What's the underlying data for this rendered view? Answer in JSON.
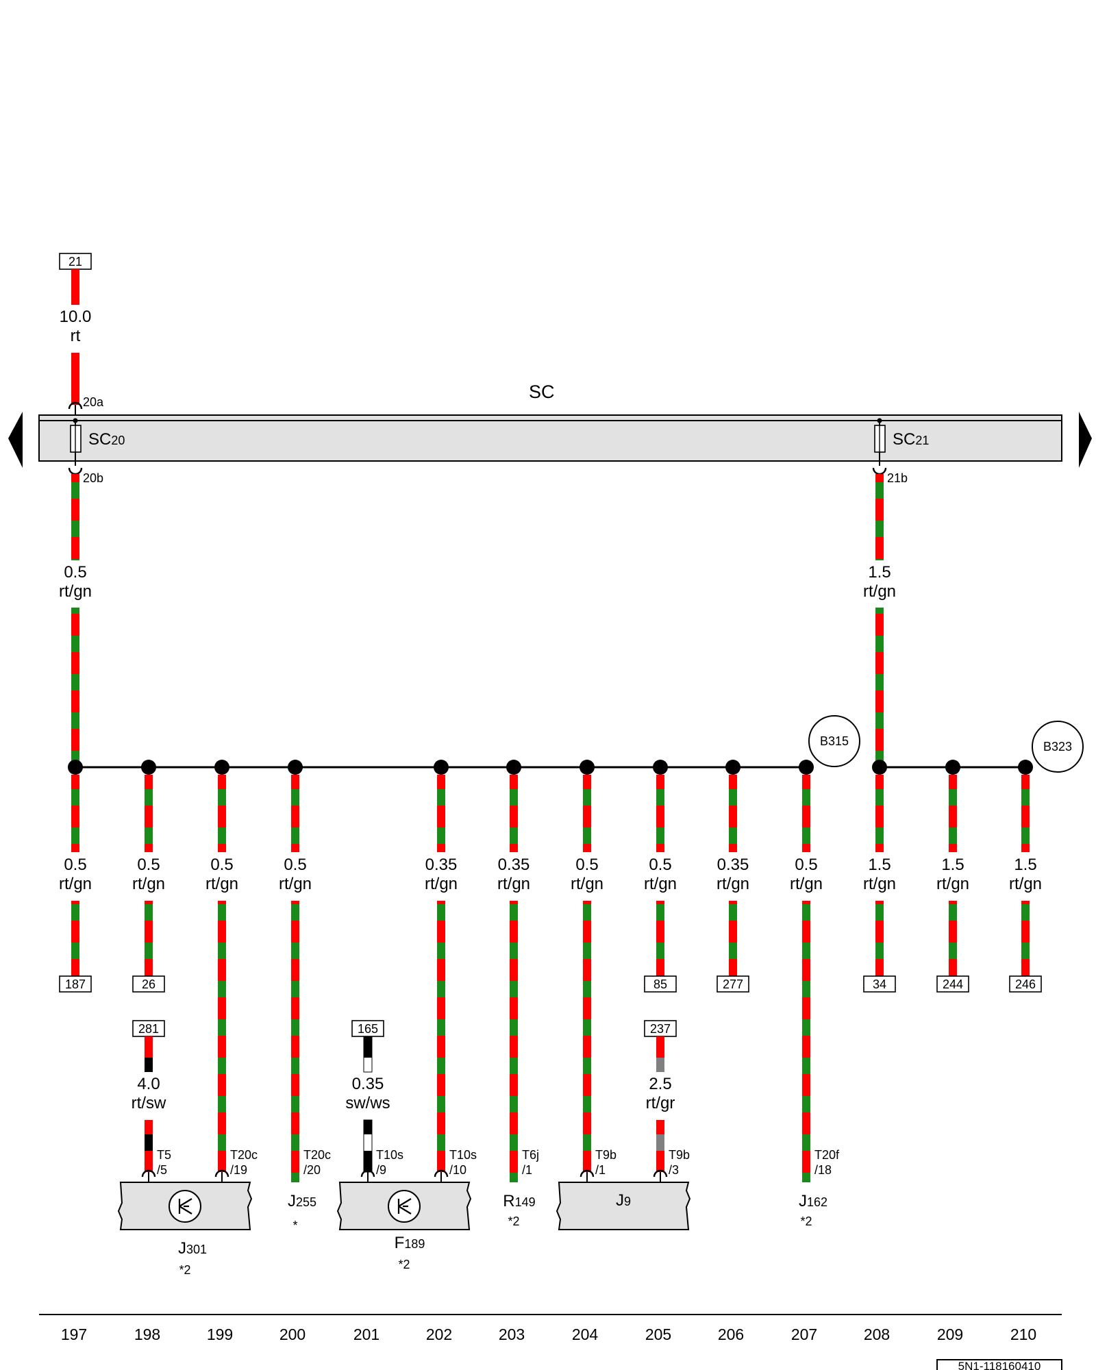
{
  "diagram": {
    "bus_label": "SC",
    "fuses": [
      {
        "label": "SC20",
        "top_pin": "20a",
        "bottom_pin": "20b"
      },
      {
        "label": "SC21",
        "bottom_pin": "21b"
      }
    ],
    "top_feed": {
      "ref": "21",
      "gauge": "10.0",
      "color": "rt"
    },
    "main_wires": [
      {
        "gauge": "0.5",
        "color": "rt/gn"
      },
      {
        "gauge": "1.5",
        "color": "rt/gn"
      }
    ],
    "ground_points": [
      "B315",
      "B323"
    ],
    "branches": [
      {
        "gauge": "0.5",
        "color": "rt/gn",
        "ref": "187"
      },
      {
        "gauge": "0.5",
        "color": "rt/gn",
        "ref": "26"
      },
      {
        "gauge": "0.5",
        "color": "rt/gn",
        "pin": "T20c",
        "pin_no": "/19"
      },
      {
        "gauge": "0.5",
        "color": "rt/gn",
        "pin": "T20c",
        "pin_no": "/20"
      },
      {
        "gauge": "0.35",
        "color": "rt/gn",
        "pin": "T10s",
        "pin_no": "/10"
      },
      {
        "gauge": "0.35",
        "color": "rt/gn",
        "pin": "T6j",
        "pin_no": "/1"
      },
      {
        "gauge": "0.5",
        "color": "rt/gn",
        "pin": "T9b",
        "pin_no": "/1"
      },
      {
        "gauge": "0.5",
        "color": "rt/gn",
        "ref": "85"
      },
      {
        "gauge": "0.35",
        "color": "rt/gn",
        "ref": "277"
      },
      {
        "gauge": "0.5",
        "color": "rt/gn",
        "pin": "T20f",
        "pin_no": "/18"
      },
      {
        "gauge": "1.5",
        "color": "rt/gn",
        "ref": "34"
      },
      {
        "gauge": "1.5",
        "color": "rt/gn",
        "ref": "244"
      },
      {
        "gauge": "1.5",
        "color": "rt/gn",
        "ref": "246"
      }
    ],
    "side_feeds": [
      {
        "ref": "281",
        "gauge": "4.0",
        "color": "rt/sw",
        "pin": "T5",
        "pin_no": "/5"
      },
      {
        "ref": "165",
        "gauge": "0.35",
        "color": "sw/ws",
        "pin": "T10s",
        "pin_no": "/9"
      },
      {
        "ref": "237",
        "gauge": "2.5",
        "color": "rt/gr",
        "pin": "T9b",
        "pin_no": "/3"
      }
    ],
    "components": [
      {
        "label": "J301",
        "note": "*2"
      },
      {
        "label": "J255",
        "note": "*"
      },
      {
        "label": "F189",
        "note": "*2"
      },
      {
        "label": "R149",
        "note": "*2"
      },
      {
        "label": "J9"
      },
      {
        "label": "J162",
        "note": "*2"
      }
    ],
    "columns": [
      "197",
      "198",
      "199",
      "200",
      "201",
      "202",
      "203",
      "204",
      "205",
      "206",
      "207",
      "208",
      "209",
      "210"
    ],
    "doc_id": "5N1-118160410",
    "wire_colors": {
      "rt": "#ff0000",
      "gn": "#1a8a1a",
      "sw": "#000000",
      "ws": "#ffffff",
      "gr": "#808080"
    },
    "bus_fill": "#e2e2e2"
  }
}
